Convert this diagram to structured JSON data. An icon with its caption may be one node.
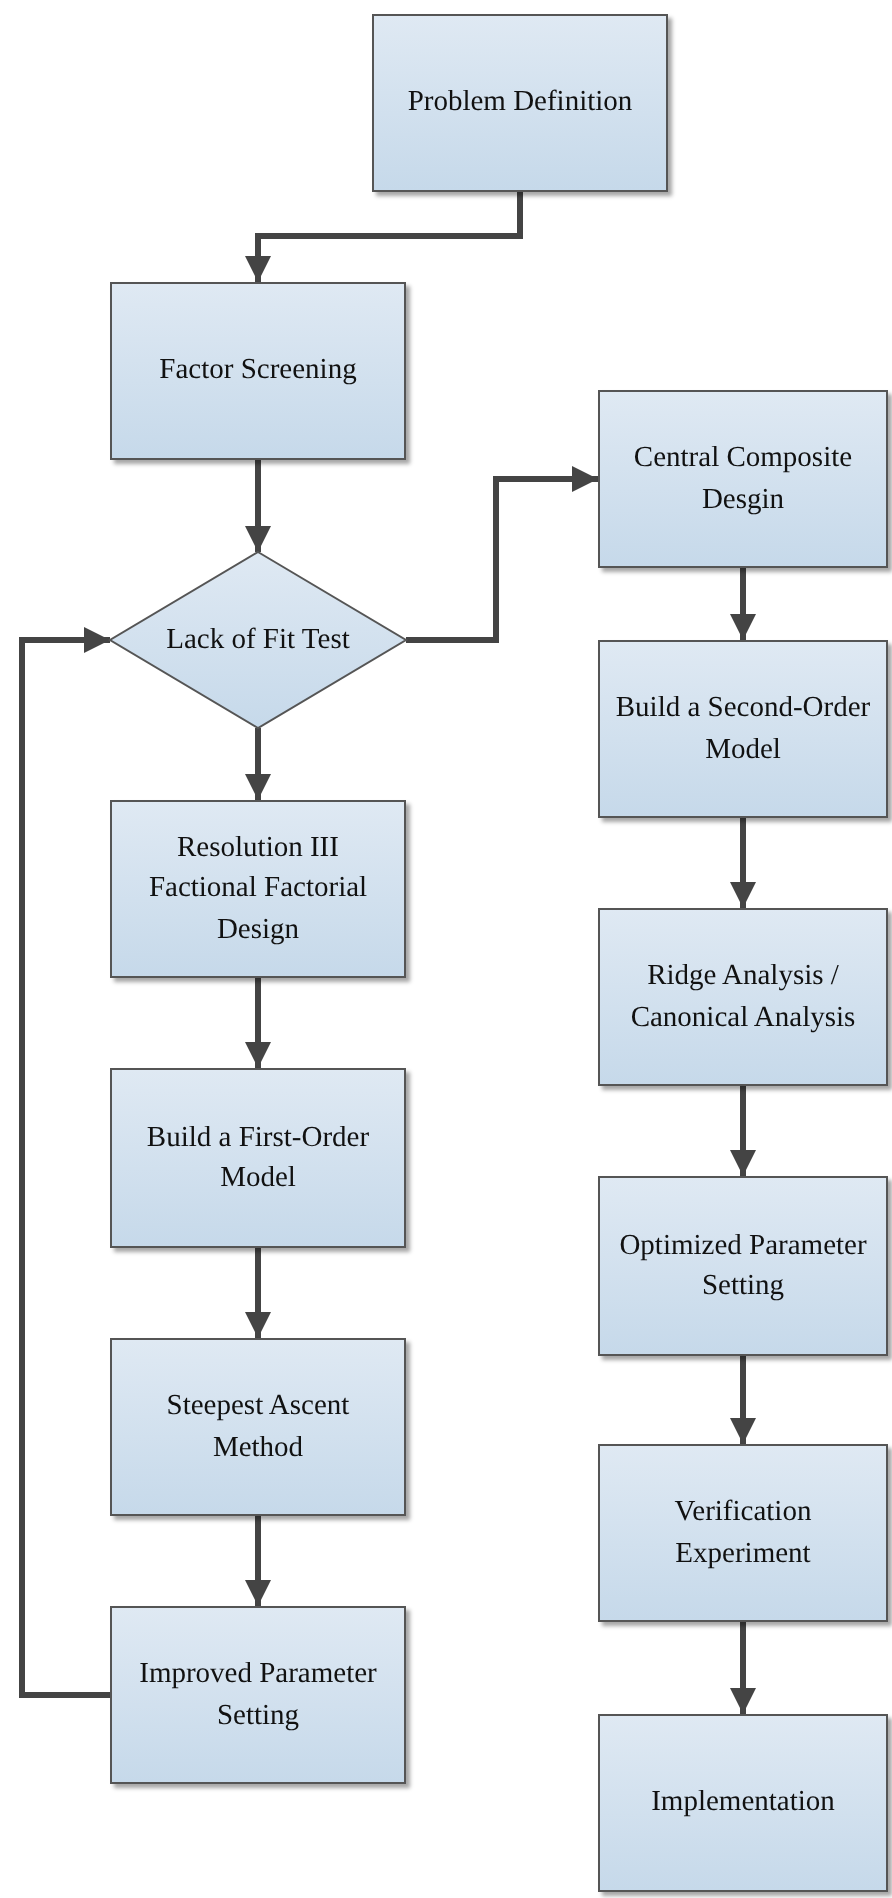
{
  "diagram": {
    "nodes": [
      {
        "text": [
          "Problem Definition"
        ]
      },
      {
        "text": [
          "Factor Screening"
        ]
      },
      {
        "text": [
          "Lack of Fit Test"
        ]
      },
      {
        "text": [
          "Central Composite Desgin"
        ]
      },
      {
        "text": [
          "Resolution III Factional Factorial Design"
        ]
      },
      {
        "text": [
          "Build a First-Order Model"
        ]
      },
      {
        "text": [
          "Steepest Ascent Method"
        ]
      },
      {
        "text": [
          "Improved Parameter Setting"
        ]
      },
      {
        "text": [
          "Build a Second-Order Model"
        ]
      },
      {
        "text": [
          "Ridge Analysis / Canonical Analysis"
        ]
      },
      {
        "text": [
          "Optimized Parameter Setting"
        ]
      },
      {
        "text": [
          "Verification Experiment"
        ]
      },
      {
        "text": [
          "Implementation"
        ]
      }
    ],
    "edges": [
      {
        "from": 0,
        "to": 1,
        "arrow": "to"
      },
      {
        "from": 1,
        "to": 2,
        "arrow": "to"
      },
      {
        "from": 2,
        "to": 3,
        "arrow": "to"
      },
      {
        "from": 2,
        "to": 4,
        "arrow": "to"
      },
      {
        "from": 4,
        "to": 5,
        "arrow": "to"
      },
      {
        "from": 5,
        "to": 6,
        "arrow": "to"
      },
      {
        "from": 6,
        "to": 7,
        "arrow": "to"
      },
      {
        "from": 7,
        "to": 2,
        "arrow": "to"
      },
      {
        "from": 3,
        "to": 8,
        "arrow": "to"
      },
      {
        "from": 8,
        "to": 9,
        "arrow": "to"
      },
      {
        "from": 9,
        "to": 10,
        "arrow": "to"
      },
      {
        "from": 10,
        "to": 11,
        "arrow": "to"
      },
      {
        "from": 11,
        "to": 12,
        "arrow": "to"
      }
    ]
  }
}
